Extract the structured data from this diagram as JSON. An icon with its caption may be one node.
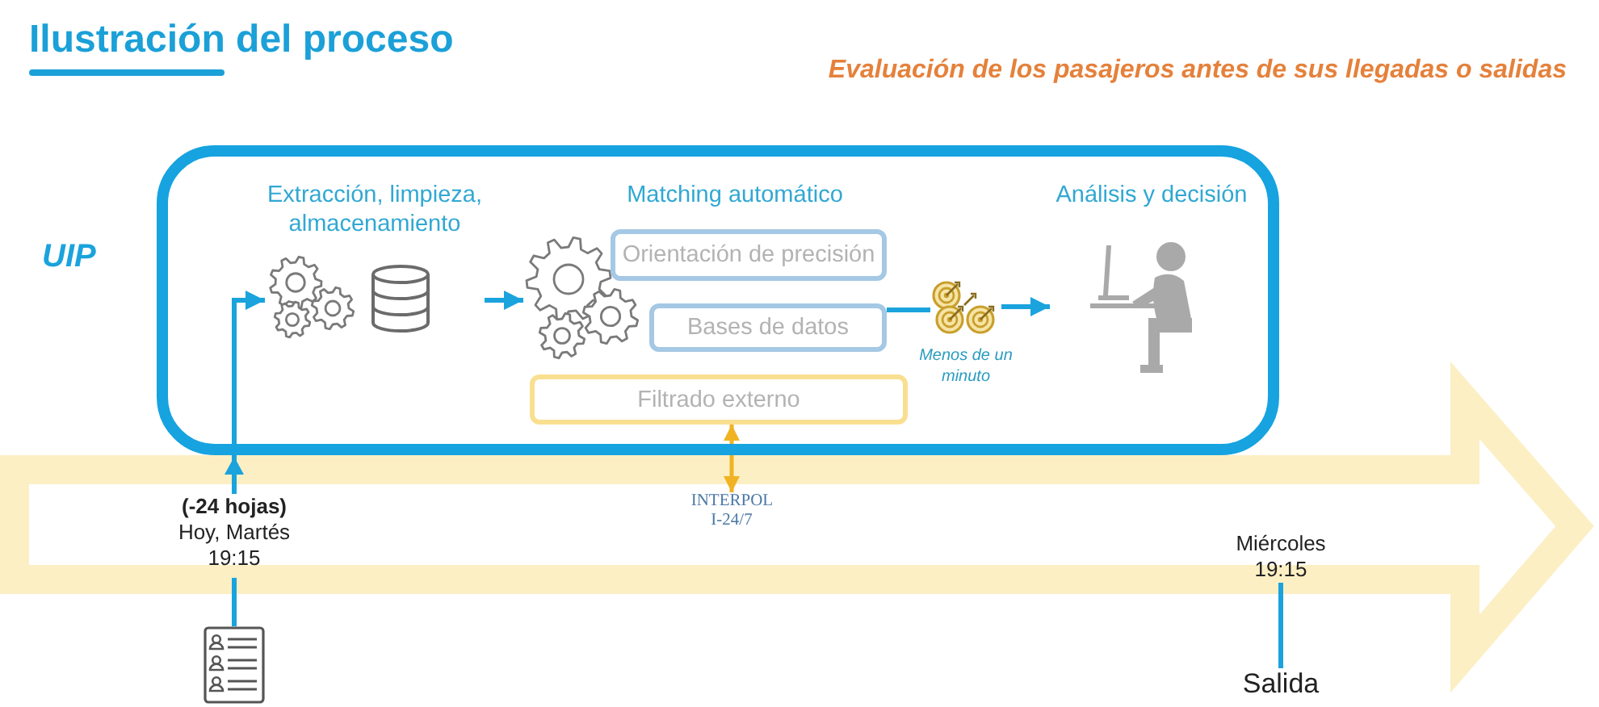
{
  "diagram": {
    "title": "Ilustración del proceso",
    "nodes": [
      {
        "text": [
          "UIP"
        ]
      },
      {
        "text": [
          "Extracción, limpieza, almacenamiento"
        ],
        "in": 0
      },
      {
        "text": [
          "Matching automático"
        ],
        "in": 0
      },
      {
        "text": [
          "Orientación de precisión"
        ],
        "in": 0
      },
      {
        "text": [
          "Bases de datos"
        ],
        "in": 0
      },
      {
        "text": [
          "Filtrado externo"
        ],
        "in": 0
      },
      {
        "text": [],
        "shape": "picture",
        "beside": [
          "Menos de un minuto"
        ],
        "in": 0
      },
      {
        "text": [
          "Análisis y decisión"
        ],
        "in": 0
      },
      {
        "text": [],
        "shape": "picture"
      },
      {
        "text": [
          "(-24 hojas)",
          "Hoy, Martés 19:15"
        ]
      },
      {
        "text": [
          "INTERPOL I-24/7"
        ]
      },
      {
        "text": [
          "Miércoles 19:15"
        ]
      },
      {
        "text": [
          "Salida"
        ]
      }
    ],
    "edges": [
      {
        "from": 8,
        "to": 9,
        "arrow": "none"
      },
      {
        "from": 9,
        "to": 1,
        "arrow": "to"
      },
      {
        "from": 1,
        "to": 2,
        "arrow": "to"
      },
      {
        "from": 4,
        "to": 6,
        "arrow": "none"
      },
      {
        "from": 6,
        "to": 7,
        "arrow": "to"
      },
      {
        "from": 5,
        "to": 10,
        "arrow": "both",
        "color": "#f0b323"
      },
      {
        "from": 11,
        "to": 12,
        "arrow": "none"
      }
    ],
    "labels": [
      "Evaluación de los pasajeros antes de sus llegadas o salidas"
    ]
  }
}
